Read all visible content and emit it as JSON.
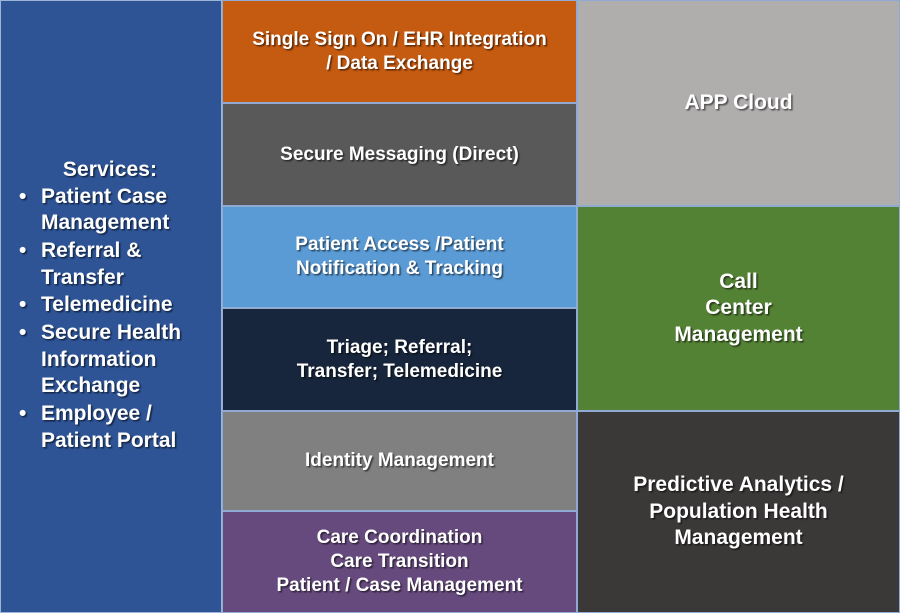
{
  "sidebar": {
    "title": "Services:",
    "bullet_glyph": "•",
    "background_color": "#2e5496",
    "items": [
      {
        "label": "Patient Case Management"
      },
      {
        "label": "Referral & Transfer"
      },
      {
        "label": "Telemedicine"
      },
      {
        "label": "Secure Health Information Exchange"
      },
      {
        "label": "Employee / Patient Portal"
      }
    ]
  },
  "middle_column": {
    "blocks": [
      {
        "label": "Single Sign On / EHR Integration\n/ Data Exchange",
        "color": "#c55a11"
      },
      {
        "label": "Secure Messaging (Direct)",
        "color": "#595959"
      },
      {
        "label": "Patient Access /Patient\nNotification & Tracking",
        "color": "#5b9bd5"
      },
      {
        "label": "Triage; Referral;\nTransfer; Telemedicine",
        "color": "#17263c"
      },
      {
        "label": "Identity Management",
        "color": "#808080"
      },
      {
        "label": "Care Coordination\nCare Transition\nPatient / Case Management",
        "color": "#664a7d"
      }
    ]
  },
  "right_column": {
    "blocks": [
      {
        "label": "APP Cloud",
        "color": "#b0adad"
      },
      {
        "label": "Call\nCenter\nManagement",
        "color": "#548235"
      },
      {
        "label": "Predictive Analytics /\nPopulation Health\nManagement",
        "color": "#3b3838"
      }
    ]
  },
  "colors": {
    "border": "#8faad3",
    "text": "#ffffff"
  }
}
